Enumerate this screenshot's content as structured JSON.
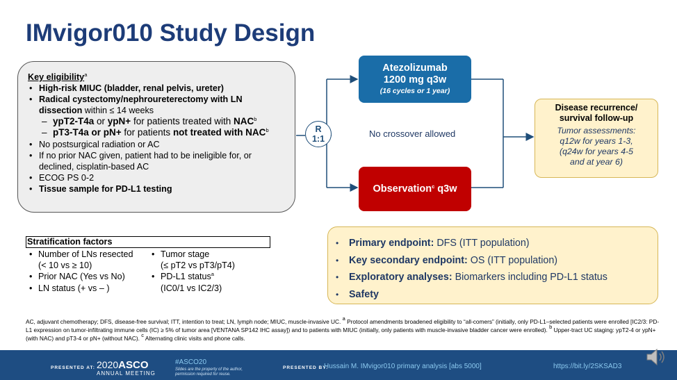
{
  "title": "IMvigor010 Study Design",
  "eligibility": {
    "heading": "Key eligibility",
    "heading_sup": "a",
    "items": [
      {
        "level": 1,
        "bold": "High-risk MIUC (bladder, renal pelvis, ureter)"
      },
      {
        "level": 1,
        "bold": "Radical cystectomy/nephroureterectomy with LN dissection",
        "text": " within ≤ 14 weeks"
      },
      {
        "level": 2,
        "bold": "ypT2-T4a",
        "text": " or ",
        "bold2": "ypN+",
        "text2": " for patients treated with ",
        "bold3": "NAC",
        "sup": "b"
      },
      {
        "level": 2,
        "bold": "pT3-T4a or pN+",
        "text": " for patients ",
        "bold2": "not treated with NAC",
        "sup": "b"
      },
      {
        "level": 1,
        "text": "No postsurgical radiation or AC"
      },
      {
        "level": 1,
        "text": "If no prior NAC given, patient had to be ineligible for, or declined, cisplatin-based AC"
      },
      {
        "level": 1,
        "text": "ECOG PS 0-2"
      },
      {
        "level": 1,
        "bold": "Tissue sample for PD-L1 testing"
      }
    ]
  },
  "randomization": {
    "line1": "R",
    "line2": "1:1"
  },
  "no_crossover": "No crossover allowed",
  "atezolizumab_arm": {
    "line1": "Atezolizumab",
    "line2": "1200 mg q3w",
    "line3": "(16 cycles or 1 year)"
  },
  "observation_arm": {
    "text_before": "Observation",
    "sup": "c",
    "text_after": " q3w"
  },
  "follow_up": {
    "title1": "Disease recurrence/",
    "title2": "survival follow-up",
    "sub1": "Tumor assessments:",
    "sub2": "q12w for years 1-3,",
    "sub3": "(q24w for years 4-5",
    "sub4": "and at year 6)"
  },
  "stratification": {
    "heading": "Stratification factors",
    "col1": [
      "Number of LNs resected",
      "(< 10 vs ≥ 10)",
      "Prior NAC (Yes vs No)",
      "LN status (+ vs – )"
    ],
    "col2": [
      "Tumor stage",
      "(≤ pT2 vs pT3/pT4)",
      "PD-L1 status",
      "(IC0/1 vs IC2/3)"
    ],
    "col2_sup": "a"
  },
  "endpoints": [
    {
      "label": "Primary endpoint:",
      "text": " DFS (ITT population)"
    },
    {
      "label": "Key secondary endpoint:",
      "text": " OS (ITT population)"
    },
    {
      "label": "Exploratory analyses:",
      "text": " Biomarkers including PD-L1 status"
    },
    {
      "label": "Safety",
      "text": ""
    }
  ],
  "footnote": {
    "p1": "AC, adjuvant chemotherapy; DFS, disease-free survival; ITT, intention to treat; LN, lymph node; MIUC, muscle-invasive UC. ",
    "sa": "a",
    "p2": " Protocol amendments broadened eligibility to “all-comers” (initially, only PD-L1–selected patients were enrolled [IC2/3: PD-L1 expression on tumor-infiltrating immune cells (IC) ≥ 5% of tumor area [VENTANA SP142 IHC assay]) and to patients with MIUC (initially, only patients with muscle-invasive bladder cancer were enrolled). ",
    "sb": "b",
    "p3": " Upper-tract UC staging: ypT2-4 or ypN+ (with NAC) and pT3-4 or pN+ (without NAC). ",
    "sc": "c",
    "p4": " Alternating clinic visits and phone calls."
  },
  "footer": {
    "presented_at": "PRESENTED AT:",
    "logo_year": "2020",
    "logo_name": "ASCO",
    "logo_sub": "ANNUAL MEETING",
    "hashtag": "#ASCO20",
    "note": "Slides are the property of the author, permission required for reuse.",
    "presented_by": "PRESENTED BY:",
    "presenter": "Hussain M. IMvigor010 primary analysis [abs 5000]",
    "url": "https://bit.ly/2SKSAD3"
  },
  "colors": {
    "title": "#1d3c78",
    "atezo": "#1a6da8",
    "observation": "#c00000",
    "yellow_box": "#fff2cc",
    "bar": "#1e4d82"
  }
}
